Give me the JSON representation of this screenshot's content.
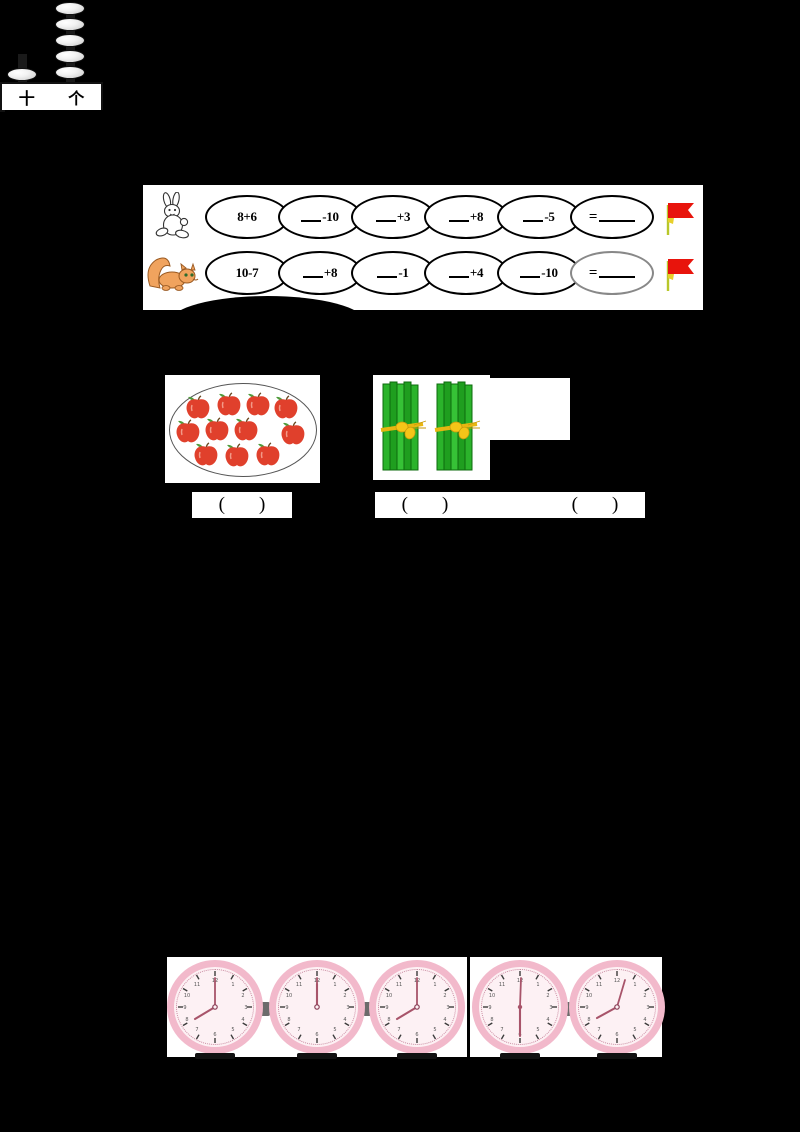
{
  "page": {
    "background_color": "#000000",
    "content_color": "#ffffff"
  },
  "chain_exercise": {
    "name": "chain-calculation",
    "rows": [
      {
        "animal": "rabbit-icon",
        "marker": "red-flag-icon",
        "cells": [
          {
            "type": "start",
            "text": "8+6"
          },
          {
            "type": "step",
            "blank": "___",
            "op": "-10"
          },
          {
            "type": "step",
            "blank": "___",
            "op": "+3"
          },
          {
            "type": "step",
            "blank": "___",
            "op": "+8"
          },
          {
            "type": "step",
            "blank": "___",
            "op": "-5"
          },
          {
            "type": "result",
            "equals": "=",
            "blank": "____"
          }
        ]
      },
      {
        "animal": "squirrel-icon",
        "marker": "red-flag-icon",
        "cells": [
          {
            "type": "start",
            "text": "10-7"
          },
          {
            "type": "step",
            "blank": "___",
            "op": "+8"
          },
          {
            "type": "step",
            "blank": "___",
            "op": "-1"
          },
          {
            "type": "step",
            "blank": "___",
            "op": "+4"
          },
          {
            "type": "step",
            "blank": "___",
            "op": "-10"
          },
          {
            "type": "result",
            "equals": "=",
            "blank": "____"
          }
        ]
      }
    ]
  },
  "counting_exercise": {
    "apples": {
      "name": "plate-of-apples",
      "count": 11,
      "rows": [
        4,
        4,
        3
      ],
      "answer": {
        "open": "(",
        "close": ")",
        "value": ""
      }
    },
    "sticks": {
      "name": "bundles-of-sticks",
      "bundle_count": 2,
      "sticks_per_bundle": 10,
      "answer": {
        "open": "(",
        "close": ")",
        "value": ""
      }
    },
    "abacus": {
      "name": "place-value-abacus",
      "columns": [
        {
          "label": "十",
          "meaning": "tens",
          "beads": 1
        },
        {
          "label": "个",
          "meaning": "ones",
          "beads": 5
        }
      ],
      "answer": {
        "open": "(",
        "close": ")",
        "value": ""
      }
    }
  },
  "clocks_exercise": {
    "name": "clock-reading",
    "left_group": [
      {
        "name": "clock-1",
        "hour": 8,
        "minute": 0,
        "hour_angle": 240,
        "minute_angle": 0
      },
      {
        "name": "clock-2",
        "hour": 12,
        "minute": 0,
        "hour_angle": 0,
        "minute_angle": 0
      },
      {
        "name": "clock-3",
        "hour": 8,
        "minute": 0,
        "hour_angle": 240,
        "minute_angle": 0
      }
    ],
    "right_group": [
      {
        "name": "clock-4",
        "hour": 12,
        "minute": 30,
        "hour_angle": 15,
        "minute_angle": 180
      },
      {
        "name": "clock-5",
        "hour": 8,
        "minute": 5,
        "hour_angle": 242,
        "minute_angle": 30
      }
    ],
    "face_color": "#fdf1f4",
    "rim_color": "#f2b9cb"
  },
  "colors": {
    "flag_red": "#e8140c",
    "flag_pole": "#e8d02a",
    "stick_green": "#1f9e1f",
    "apple_red": "#e0402c",
    "leaf_green": "#4f9b3b",
    "bow_yellow": "#f5c518"
  }
}
